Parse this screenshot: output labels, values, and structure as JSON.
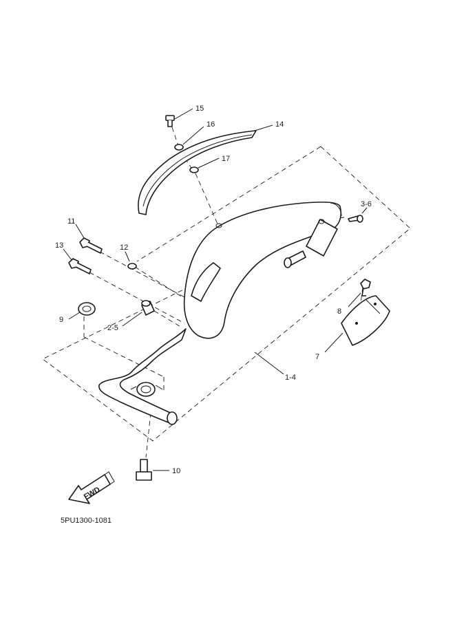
{
  "callouts": [
    {
      "id": "15",
      "text": "15"
    },
    {
      "id": "16",
      "text": "16"
    },
    {
      "id": "14",
      "text": "14"
    },
    {
      "id": "17",
      "text": "17"
    },
    {
      "id": "3-6",
      "text": "3-6"
    },
    {
      "id": "11",
      "text": "11"
    },
    {
      "id": "13",
      "text": "13"
    },
    {
      "id": "12",
      "text": "12"
    },
    {
      "id": "9",
      "text": "9"
    },
    {
      "id": "2-5",
      "text": "2-5"
    },
    {
      "id": "8",
      "text": "8"
    },
    {
      "id": "7",
      "text": "7"
    },
    {
      "id": "1-4",
      "text": "1-4"
    },
    {
      "id": "10",
      "text": "10"
    }
  ],
  "fwd_label": "FWD",
  "diagram_code": "5PU1300-1081"
}
